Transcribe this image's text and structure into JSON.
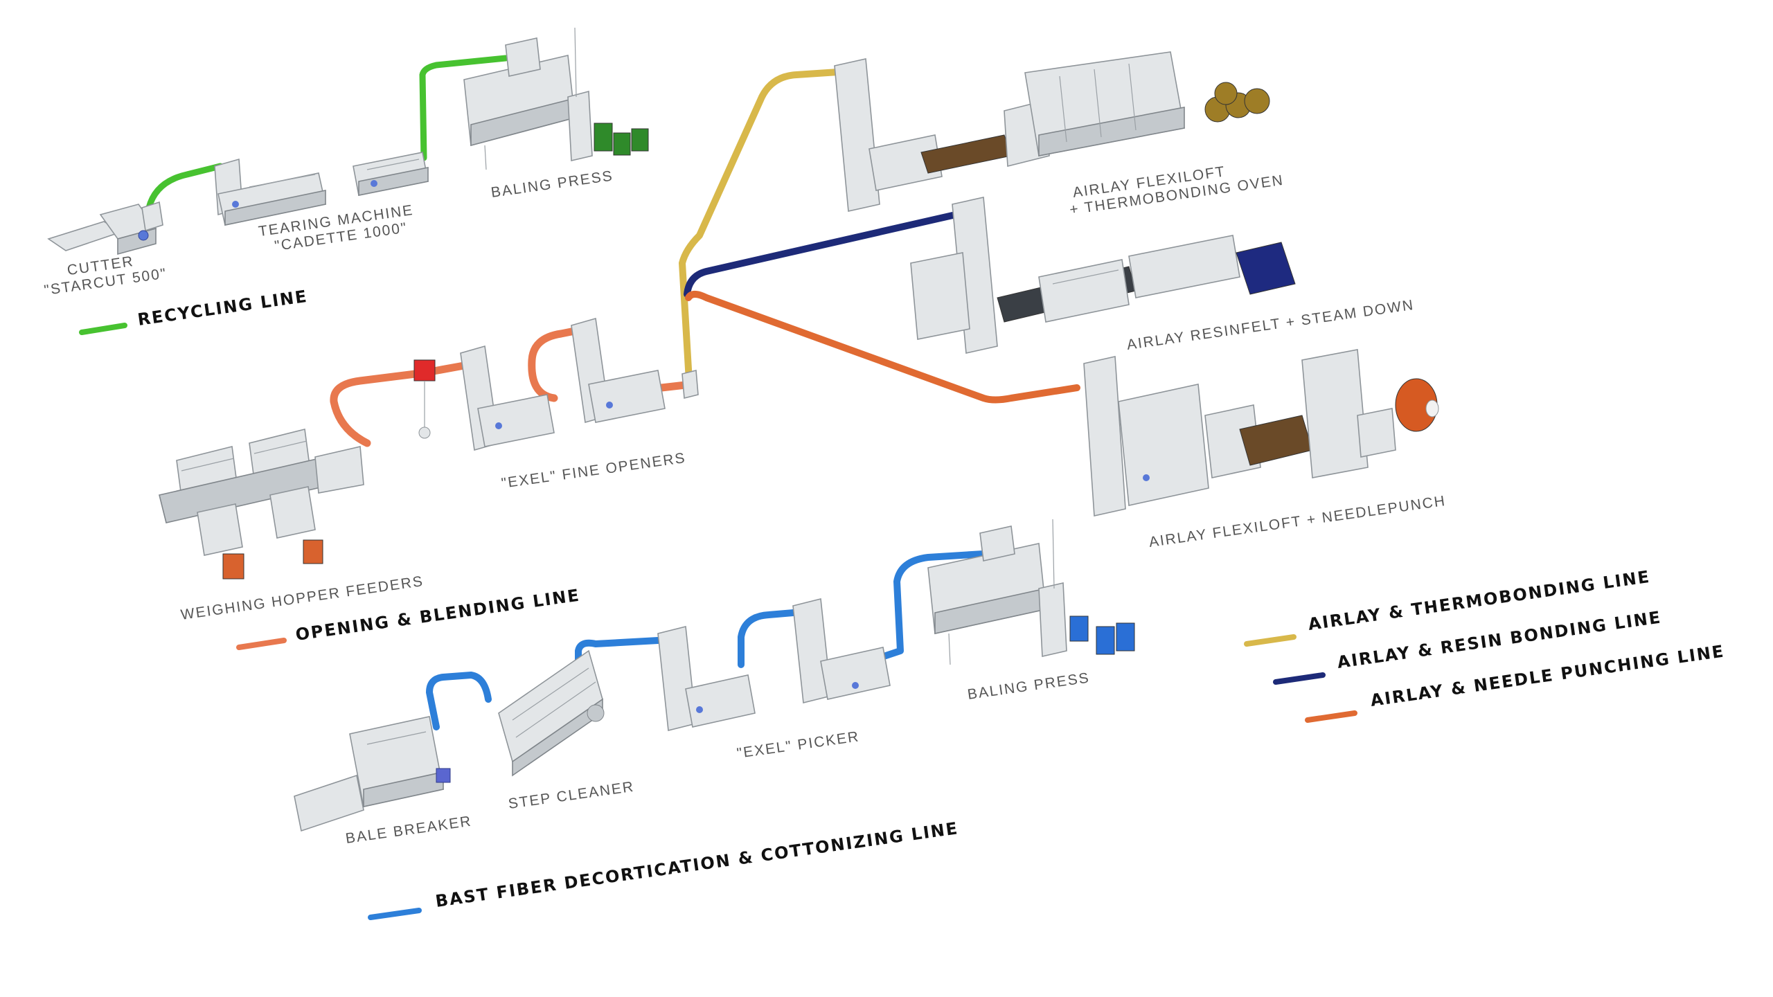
{
  "colors": {
    "recycling": "#47c230",
    "opening": "#e8784e",
    "bast": "#2d7fd9",
    "thermobonding": "#d8b84a",
    "resin": "#1d2a78",
    "needle": "#e06a32",
    "bale_green": "#2f8a2a",
    "bale_orange": "#d8622e",
    "bale_blue": "#2a6fd6",
    "bale_gold": "#9e7d26",
    "roll_orange": "#d65a22",
    "web_brown": "#6a4a28",
    "block_navy": "#1e2a80",
    "red_cube": "#e02a2a"
  },
  "recycling_line": {
    "title": "RECYCLING LINE",
    "cutter": [
      "CUTTER",
      "\"STARCUT 500\""
    ],
    "tearing": [
      "TEARING MACHINE",
      "\"CADETTE 1000\""
    ],
    "baling_press": "BALING PRESS"
  },
  "opening_line": {
    "title": "OPENING & BLENDING LINE",
    "weighing": "WEIGHING HOPPER FEEDERS",
    "fine_openers": "\"EXEL\" FINE OPENERS"
  },
  "bast_line": {
    "title": "BAST FIBER DECORTICATION & COTTONIZING LINE",
    "bale_breaker": "BALE BREAKER",
    "step_cleaner": "STEP CLEANER",
    "picker": "\"EXEL\" PICKER",
    "baling_press": "BALING PRESS"
  },
  "airlay": {
    "flexiloft_oven": [
      "AIRLAY FLEXILOFT",
      "+ THERMOBONDING OVEN"
    ],
    "resinfelt": "AIRLAY RESINFELT + STEAM DOWN",
    "flexiloft_needle": "AIRLAY FLEXILOFT + NEEDLEPUNCH"
  },
  "legend": {
    "thermobonding": "AIRLAY & THERMOBONDING LINE",
    "resin": "AIRLAY & RESIN BONDING LINE",
    "needle": "AIRLAY & NEEDLE PUNCHING LINE"
  }
}
